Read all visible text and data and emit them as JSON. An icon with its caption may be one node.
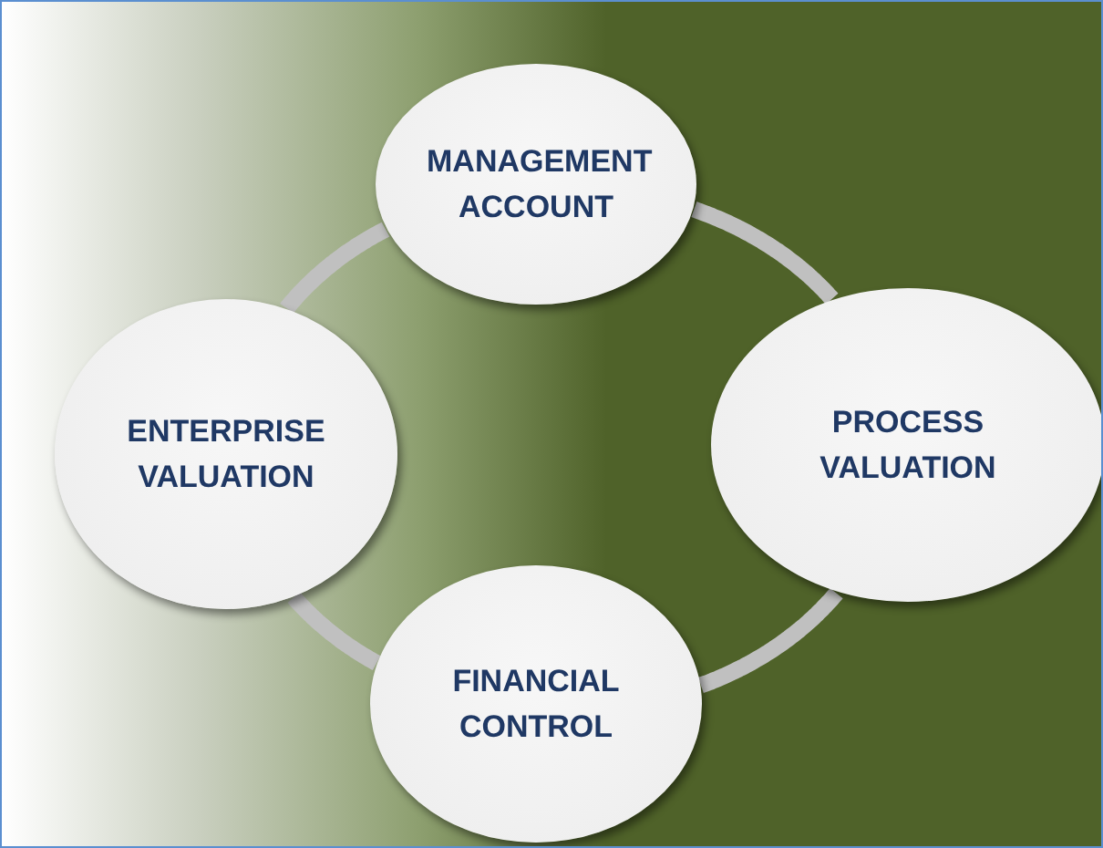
{
  "diagram": {
    "nodes": [
      {
        "text": [
          "MANAGEMENT ACCOUNT"
        ]
      },
      {
        "text": [
          "ENTERPRISE VALUATION"
        ]
      },
      {
        "text": [
          "PROCESS VALUATION"
        ]
      },
      {
        "text": [
          "FINANCIAL CONTROL"
        ]
      }
    ],
    "edges": [
      {
        "from": 0,
        "to": 2,
        "arrow": "none"
      },
      {
        "from": 2,
        "to": 3,
        "arrow": "none"
      },
      {
        "from": 3,
        "to": 1,
        "arrow": "none"
      },
      {
        "from": 1,
        "to": 0,
        "arrow": "none"
      }
    ]
  }
}
